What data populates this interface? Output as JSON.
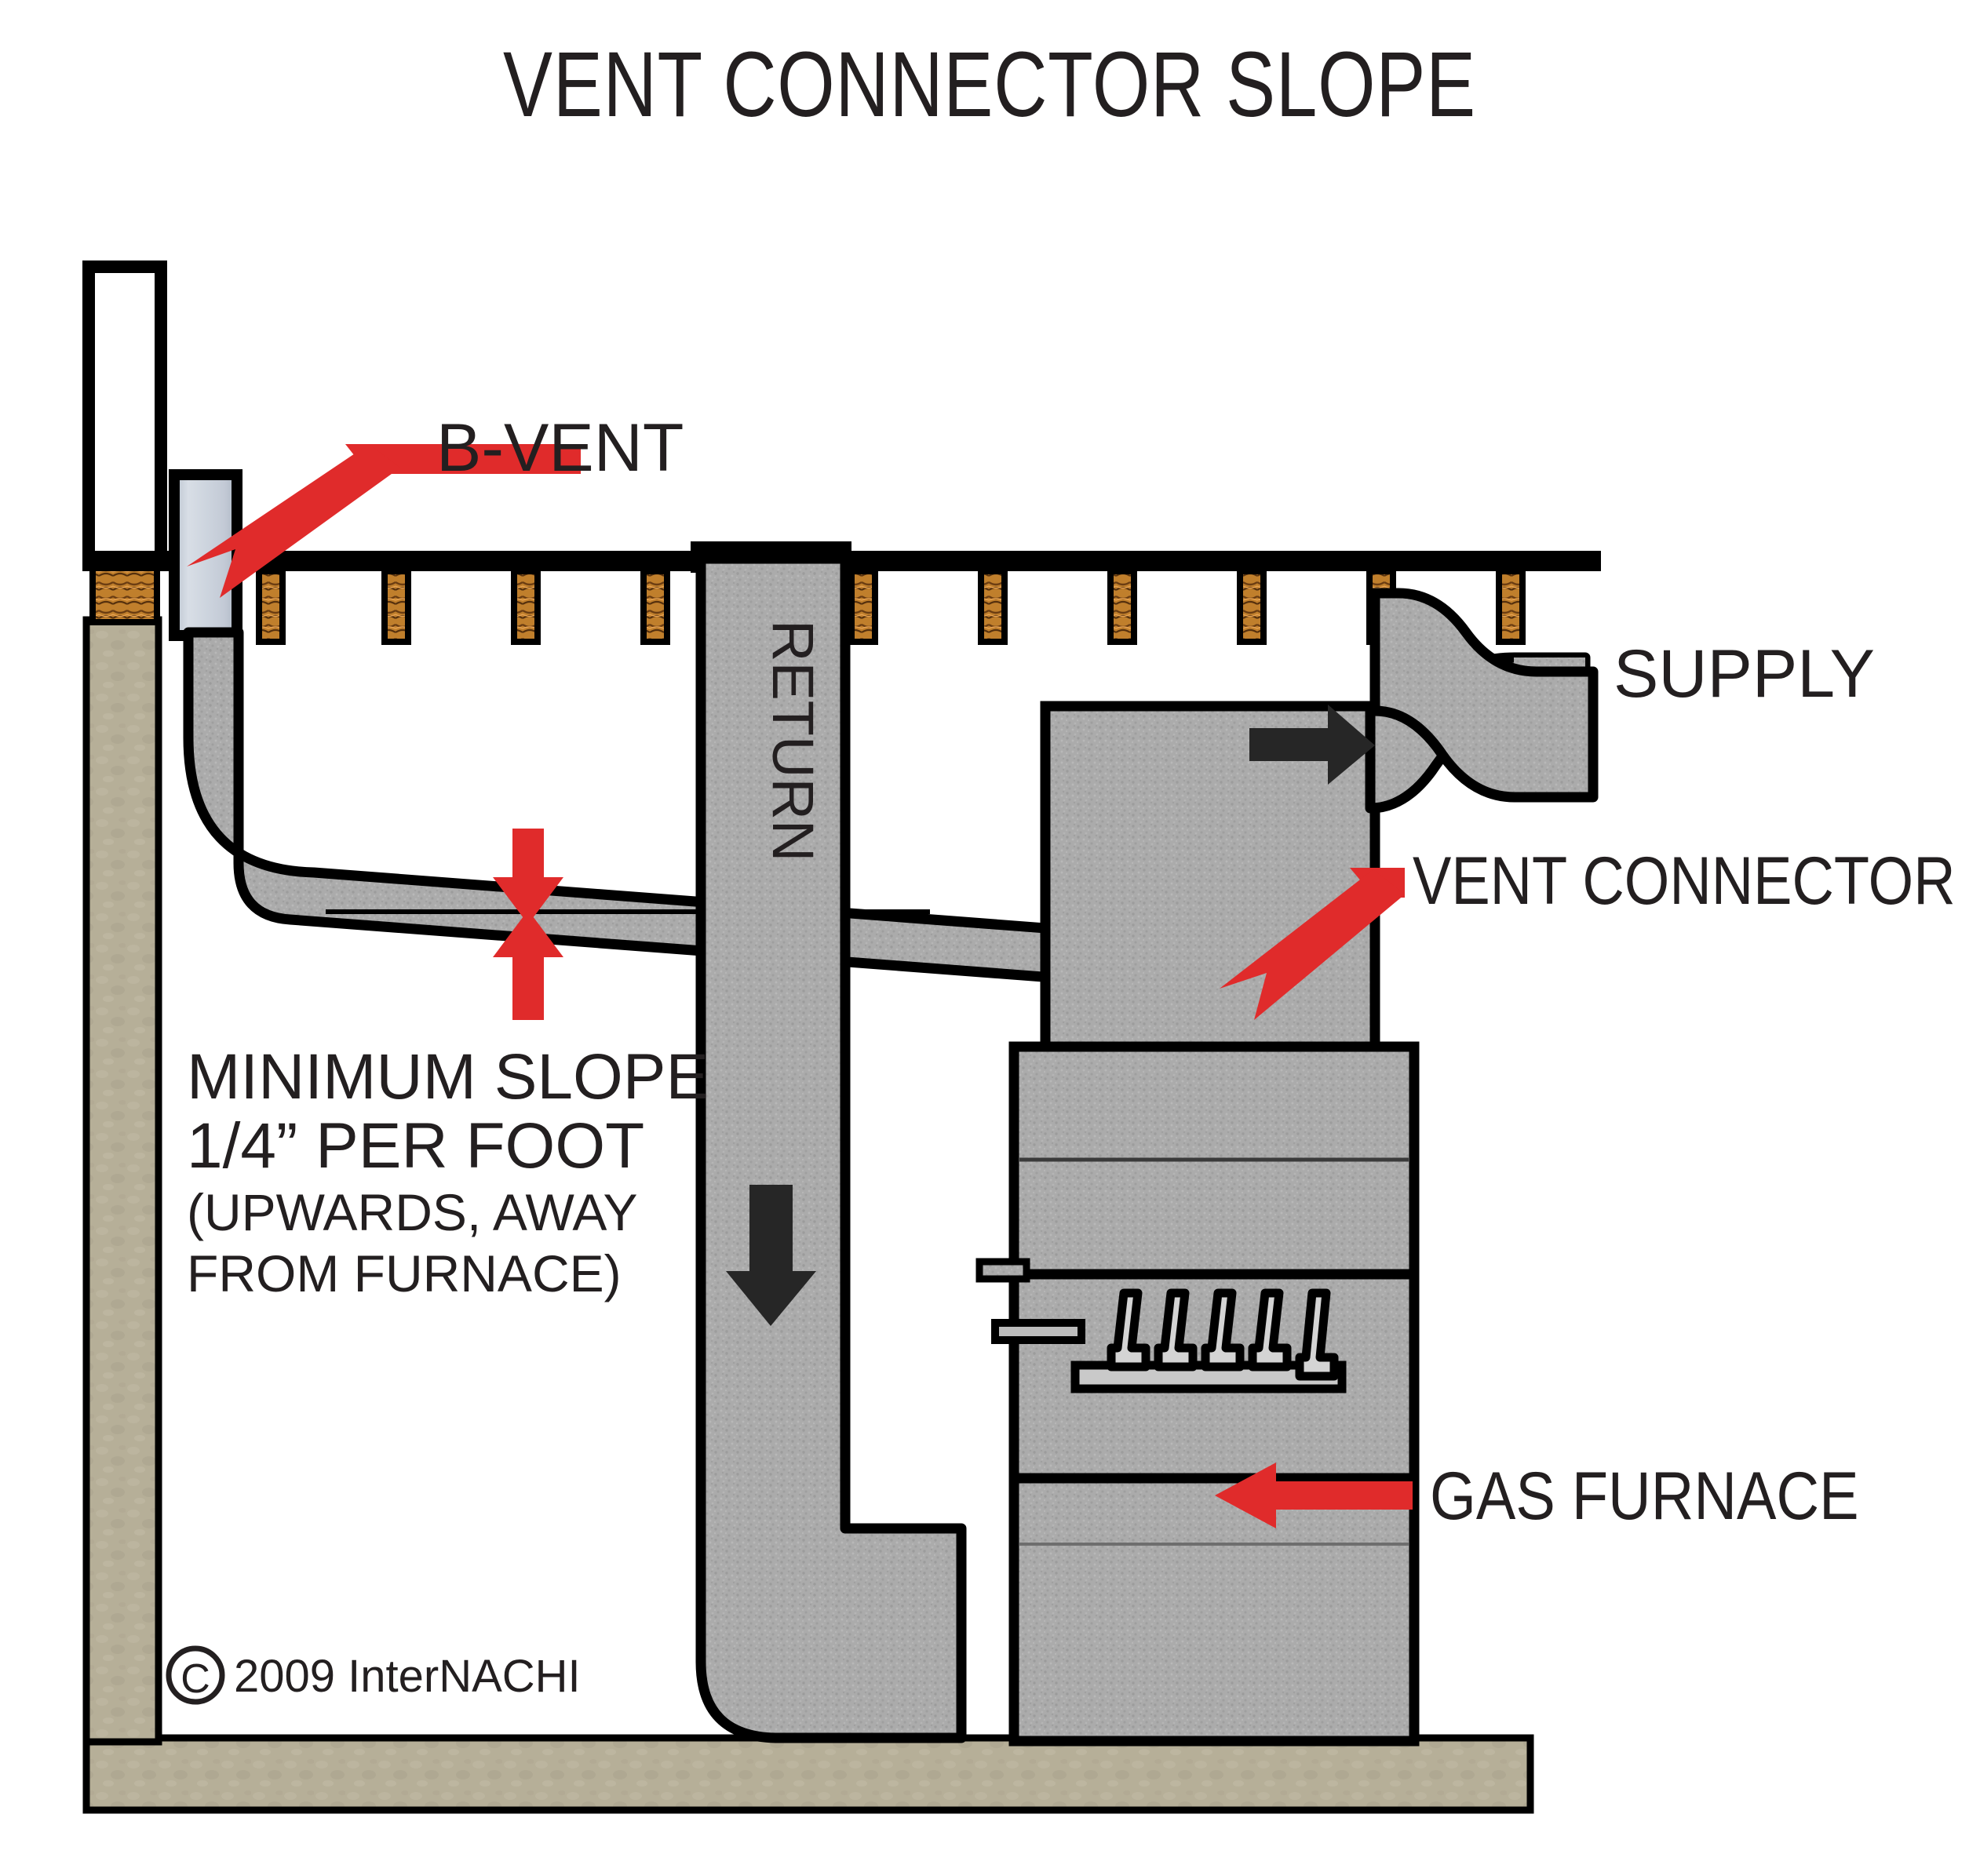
{
  "page": {
    "title": "VENT CONNECTOR SLOPE",
    "background_color": "#ffffff"
  },
  "colors": {
    "accent_red": "#E02B2B",
    "arrow_dark": "#262626",
    "duct_gray": "#AAAAAA",
    "bvent_gray": "#C5CCD6",
    "concrete_tan": "#B5AE97",
    "joist_wood": "#C8852F",
    "outline_black": "#000000",
    "text_dark": "#231f20"
  },
  "labels": {
    "b_vent": "B-VENT",
    "supply": "SUPPLY",
    "vent_connector": "VENT CONNECTOR",
    "gas_furnace": "GAS FURNACE",
    "return_duct": "RETURN"
  },
  "slope_note": {
    "line1": "MINIMUM SLOPE",
    "line2": "1/4” PER FOOT",
    "line3": "(UPWARDS, AWAY",
    "line4": "FROM FURNACE)"
  },
  "copyright": {
    "symbol": "C",
    "text": "2009  InterNACHI"
  },
  "icons": {
    "slope_arrow_down": "arrow-down-icon",
    "slope_arrow_up": "arrow-up-icon",
    "return_flow_arrow": "arrow-down-icon",
    "supply_flow_arrow": "arrow-right-icon",
    "b_vent_pointer": "callout-arrow-icon",
    "vent_connector_pointer": "callout-arrow-icon",
    "gas_furnace_pointer": "callout-arrow-icon",
    "copyright_symbol": "copyright-icon"
  },
  "components": [
    {
      "name": "b-vent-pipe",
      "material": "galvanized-double-wall"
    },
    {
      "name": "vent-connector-pipe",
      "material": "single-wall-metal"
    },
    {
      "name": "return-air-duct",
      "material": "sheet-metal"
    },
    {
      "name": "supply-plenum",
      "material": "sheet-metal"
    },
    {
      "name": "supply-duct",
      "material": "sheet-metal"
    },
    {
      "name": "gas-furnace-cabinet",
      "material": "sheet-metal"
    },
    {
      "name": "burner-assembly",
      "count": 5
    },
    {
      "name": "ceiling-joists",
      "count": 10
    },
    {
      "name": "foundation-wall",
      "material": "concrete"
    },
    {
      "name": "floor-slab",
      "material": "concrete"
    }
  ]
}
